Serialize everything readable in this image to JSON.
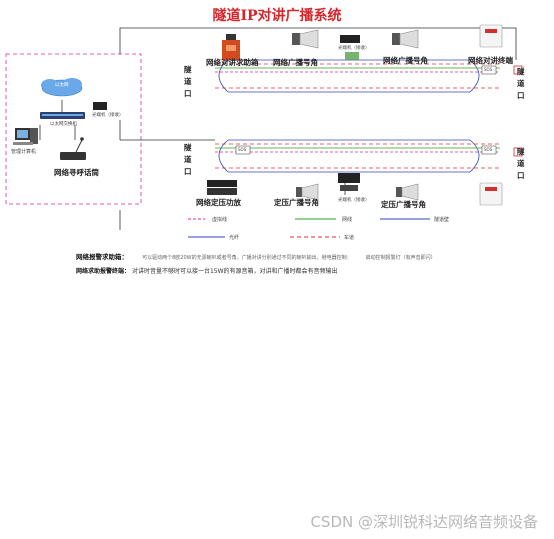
{
  "title": "隧道IP对讲广播系统",
  "tunnel": {
    "portal_label": "隧道口"
  },
  "devices": {
    "help_box": "网络对讲求助箱",
    "horn1": "网络广播号角",
    "horn2": "网络广播号角",
    "intercom": "网络对讲终端",
    "amplifier": "网络定压功放",
    "const_horn1": "定压广播号角",
    "const_horn2": "定压广播号角",
    "ethernet_switch": "以太网交换机",
    "network_cloud": "以太网",
    "pc": "管理计算机",
    "mic": "网络寻呼话筒",
    "fiber_top": "光端机（接收）",
    "fiber_bottom": "光端机（接收）",
    "fiber_center": "光端机（接收）",
    "sign_tag": "SOS"
  },
  "legend": {
    "virtual_line": "虚拟线",
    "network_line": "网线",
    "tunnel_wall": "隧道壁",
    "fiber": "光纤",
    "lane": "车道"
  },
  "notes": {
    "line1_label": "网络报警求助箱：",
    "line1_text": "可以驱动两个8欧20W的无源喇叭或者号角，广播对讲分别通过不同的喇叭输出，继电器控制：",
    "line1_tail": "启动控制报警灯（有声音即闪）",
    "line2_label": "网络求助报警终端：",
    "line2_text": "对讲时音量不够时可以接一台15W的有源音箱，对讲和广播时都会有音频输出"
  },
  "watermark": "CSDN @深圳锐科达网络音频设备",
  "colors": {
    "title": "#d7262b",
    "network": "#2aa02a",
    "fiber": "#3040c0",
    "virtual": "#d22e9a",
    "lane": "#e0302b"
  }
}
